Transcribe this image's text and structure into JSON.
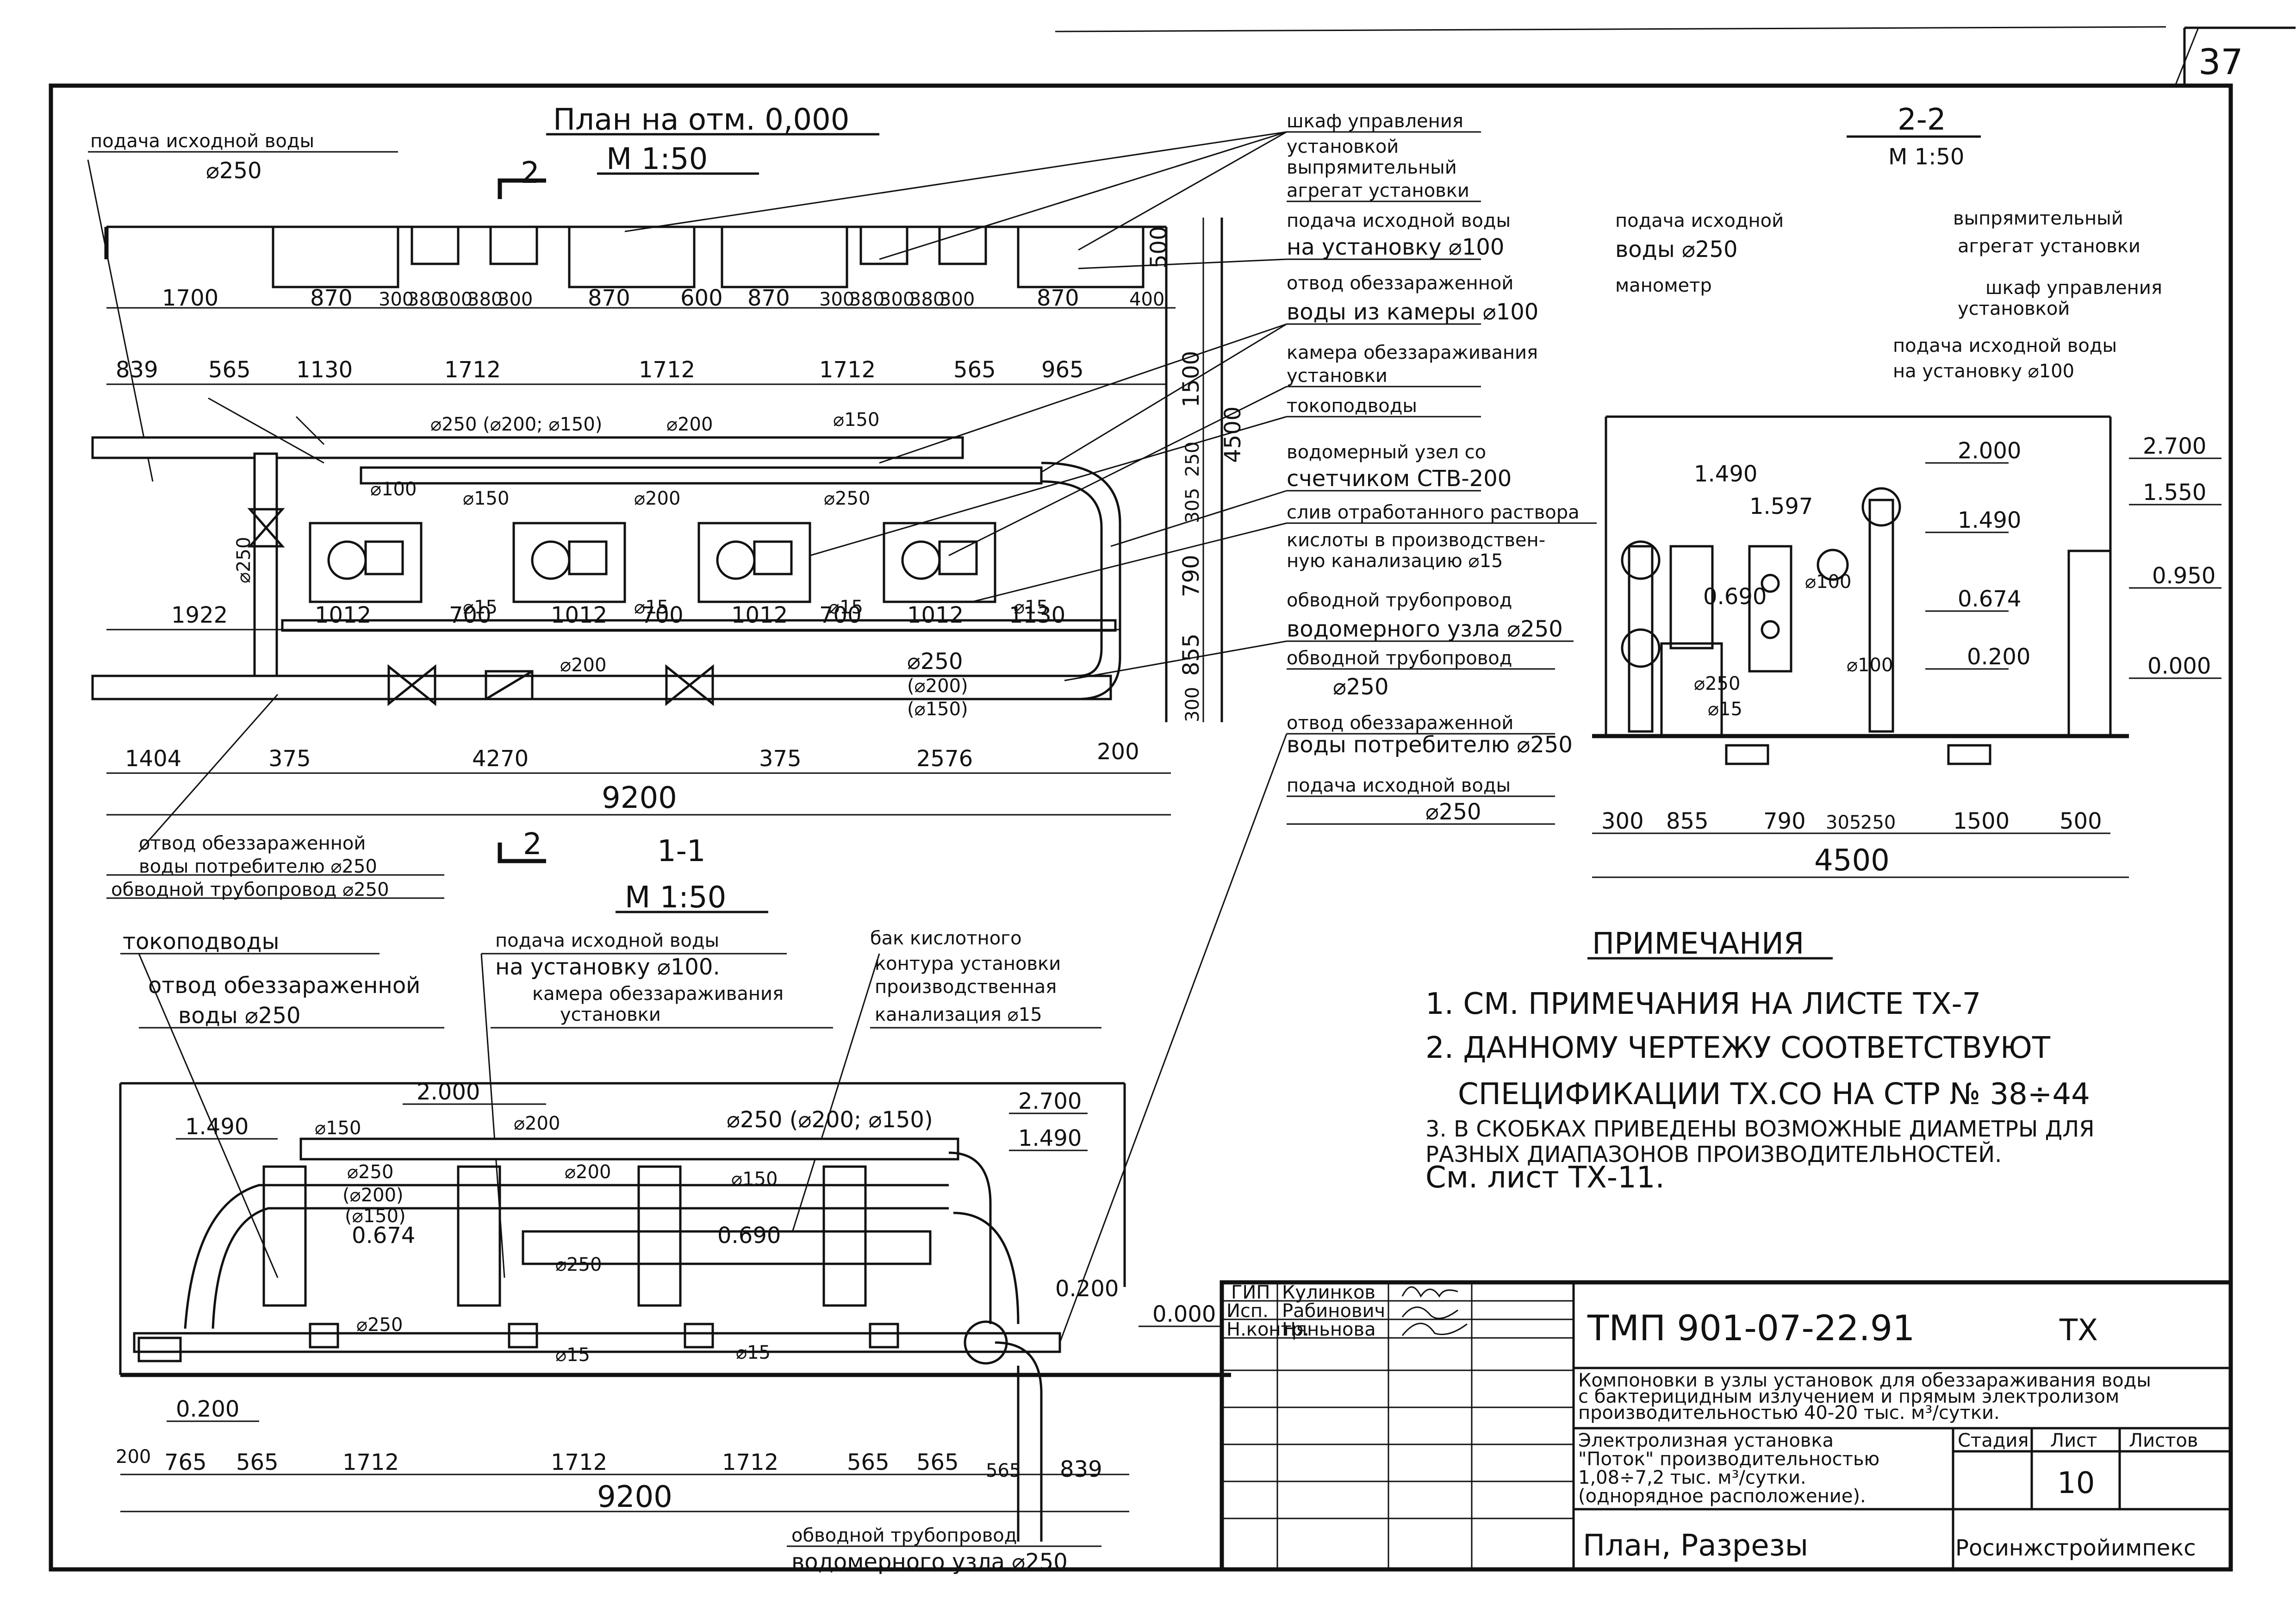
{
  "sheet": {
    "number": "37",
    "notes_title": "ПРИМЕЧАНИЯ",
    "notes": [
      "1. СМ. ПРИМЕЧАНИЯ НА ЛИСТЕ ТХ-7",
      "2. ДАННОМУ ЧЕРТЕЖУ СООТВЕТСТВУЮТ",
      "СПЕЦИФИКАЦИИ ТХ.СО НА СТР № 38÷44",
      "3. В СКОБКАХ ПРИВЕДЕНЫ ВОЗМОЖНЫЕ ДИАМЕТРЫ ДЛЯ",
      "РАЗНЫХ ДИАПАЗОНОВ ПРОИЗВОДИТЕЛЬНОСТЕЙ.",
      "См. лист ТХ-11."
    ]
  },
  "plan": {
    "title": "План на отм. 0,000",
    "scale": "М 1:50",
    "section_mark": "2",
    "inlet_label": "подача исходной воды",
    "inlet_dia": "⌀250",
    "dims_top": [
      "1700",
      "870",
      "300",
      "380",
      "300",
      "380",
      "300",
      "870",
      "600",
      "870",
      "300",
      "380",
      "300",
      "380",
      "300",
      "870",
      "400"
    ],
    "dims_row2": [
      "839",
      "565",
      "1130",
      "1712",
      "1712",
      "1712",
      "565",
      "965"
    ],
    "dims_vertical": [
      "500",
      "1500",
      "4500",
      "250",
      "305",
      "790",
      "855",
      "300"
    ],
    "dims_mid": [
      "1012",
      "700",
      "1012",
      "700",
      "1012",
      "700",
      "1012",
      "1130"
    ],
    "dim_left": "1922",
    "dims_bottom": [
      "1404",
      "375",
      "4270",
      "375",
      "2576",
      "200"
    ],
    "total": "9200",
    "diameters": [
      "⌀250 (⌀200; ⌀150)",
      "⌀200",
      "⌀150",
      "⌀150",
      "⌀200",
      "⌀250",
      "⌀250",
      "⌀15",
      "⌀15",
      "⌀15",
      "⌀15",
      "⌀200",
      "⌀250",
      "(⌀200)",
      "(⌀150)",
      "⌀100"
    ],
    "bottom_labels": [
      "отвод обеззараженной",
      "воды потребителю ⌀250",
      "обводной трубопровод ⌀250"
    ],
    "callouts": [
      "шкаф управления",
      "установкой",
      "выпрямительный",
      "агрегат установки",
      "подача исходной воды",
      "на установку ⌀100",
      "отвод обеззараженной",
      "воды из камеры ⌀100",
      "камера обеззараживания",
      "установки",
      "токоподводы",
      "водомерный узел со",
      "счетчиком СТВ-200",
      "слив отработанного раствора",
      "кислоты в производствен-",
      "ную канализацию ⌀15",
      "обводной трубопровод",
      "водомерного узла ⌀250",
      "обводной трубопровод",
      "⌀250",
      "отвод обеззараженной",
      "воды потребителю ⌀250",
      "подача исходной воды",
      "⌀250"
    ]
  },
  "section22": {
    "title": "2-2",
    "scale": "М 1:50",
    "labels": [
      "подача исходной",
      "воды ⌀250",
      "манометр",
      "выпрямительный",
      "агрегат установки",
      "шкаф управления",
      "установкой",
      "подача исходной воды",
      "на установку ⌀100"
    ],
    "elevations": [
      "2.700",
      "1.550",
      "0.950",
      "0.000",
      "2.000",
      "1.490",
      "1.490",
      "1.597",
      "0.690",
      "0.674",
      "0.200"
    ],
    "small": [
      "⌀250",
      "⌀15",
      "⌀100",
      "⌀100"
    ],
    "dims": [
      "300",
      "855",
      "790",
      "305",
      "250",
      "1500",
      "500"
    ],
    "total": "4500"
  },
  "section11": {
    "title": "1-1",
    "scale": "М 1:50",
    "labels": [
      "токоподводы",
      "отвод обеззараженной",
      "воды ⌀250",
      "подача исходной воды",
      "на установку ⌀100.",
      "камера обеззараживания",
      "установки",
      "бак кислотного",
      "контура установки",
      "производственная",
      "канализация ⌀15"
    ],
    "elevations": [
      "1.490",
      "2.000",
      "2.700",
      "1.490",
      "0.674",
      "0.690",
      "0.200",
      "0.000",
      "0.200"
    ],
    "diameters": [
      "⌀150",
      "⌀200",
      "⌀250 (⌀200; ⌀150)",
      "⌀250",
      "(⌀200)",
      "(⌀150)",
      "⌀200",
      "⌀150",
      "⌀250",
      "⌀250",
      "⌀15",
      "⌀15"
    ],
    "dims": [
      "200",
      "765",
      "565",
      "1712",
      "1712",
      "1712",
      "565",
      "565",
      "565",
      "839"
    ],
    "total": "9200",
    "bottom_label1": "обводной трубопровод",
    "bottom_label2": "водомерного узла ⌀250"
  },
  "title_block": {
    "roles": [
      "ГИП",
      "Исп.",
      "Н.контр."
    ],
    "names": [
      "Кулинков",
      "Рабинович",
      "Няньнова"
    ],
    "code": "ТМП 901-07-22.91",
    "mark": "ТХ",
    "description": [
      "Компоновки в узлы установок для обеззараживания воды",
      "с бактерицидным излучением и прямым электролизом",
      "производительностью 40-20 тыс. м³/сутки."
    ],
    "item": [
      "Электролизная установка",
      "\"Поток\" производительностью",
      "1,08÷7,2 тыс. м³/сутки.",
      "(однорядное расположение)."
    ],
    "col_stage": "Стадия",
    "col_sheet": "Лист",
    "col_sheets": "Листов",
    "sheet_no": "10",
    "drawing_name": "План, Разрезы",
    "org": "Росинжстройимпекс"
  }
}
